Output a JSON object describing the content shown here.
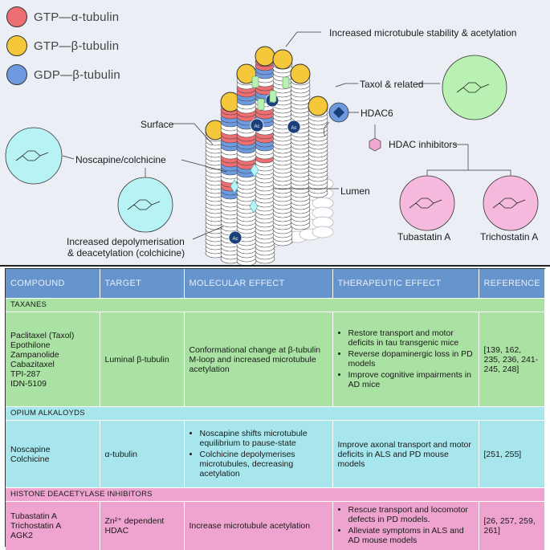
{
  "diagram": {
    "legend": [
      {
        "label": "GTP—α-tubulin",
        "color": "#ee6f73"
      },
      {
        "label": "GTP—β-tubulin",
        "color": "#f4c83a"
      },
      {
        "label": "GDP—β-tubulin",
        "color": "#6e9be0"
      }
    ],
    "labels": {
      "stability": "Increased microtubule stability & acetylation",
      "taxol": "Taxol & related",
      "hdac6": "HDAC6",
      "hdac_inhibitors": "HDAC inhibitors",
      "surface": "Surface",
      "noscapine": "Noscapine/colchicine",
      "lumen": "Lumen",
      "depoly_line1": "Increased depolymerisation",
      "depoly_line2": "& deacetylation (colchicine)",
      "tubastatin": "Tubastatin A",
      "trichostatin": "Trichostatin A",
      "ac": "Ac"
    },
    "molecule_colors": {
      "taxol": "#b9f1b2",
      "noscapine": "#b7f2f4",
      "hdac": "#f5b9dd",
      "hexagon": "#f3a6d1"
    }
  },
  "table": {
    "headers": [
      "COMPOUND",
      "TARGET",
      "MOLECULAR EFFECT",
      "THERAPEUTIC EFFECT",
      "REFERENCE"
    ],
    "sections": [
      {
        "title": "TAXANES",
        "compounds": [
          "Paclitaxel (Taxol)",
          "Epothilone",
          "Zampanolide",
          "Cabazitaxel",
          "TPI-287",
          "IDN-5109"
        ],
        "target": "Luminal β-tubulin",
        "molecular": [
          "Conformational change at β-tubulin M-loop and increased microtubule acetylation"
        ],
        "therapeutic": [
          "Restore transport and motor deficits in tau transgenic mice",
          "Reverse dopaminergic loss in PD models",
          "Improve cognitive impairments in AD mice"
        ],
        "reference": "[139, 162, 235, 236, 241-245, 248]"
      },
      {
        "title": "OPIUM ALKALOYDS",
        "compounds": [
          "Noscapine",
          "Colchicine"
        ],
        "target": "α-tubulin",
        "molecular": [
          "Noscapine shifts microtubule equilibrium to pause-state",
          "Colchicine depolymerises microtubules, decreasing acetylation"
        ],
        "therapeutic": [
          "Improve axonal transport and motor deficits in ALS and PD mouse models"
        ],
        "reference": "[251, 255]"
      },
      {
        "title": "HISTONE DEACETYLASE INHIBITORS",
        "compounds": [
          "Tubastatin A",
          "Trichostatin A",
          "AGK2"
        ],
        "target": "Zn²⁺ dependent HDAC",
        "molecular": [
          "Increase microtubule acetylation"
        ],
        "therapeutic": [
          "Rescue transport and locomotor defects in PD models.",
          "Alleviate symptoms in ALS and AD mouse models"
        ],
        "reference": "[26, 257, 259, 261]"
      }
    ]
  }
}
